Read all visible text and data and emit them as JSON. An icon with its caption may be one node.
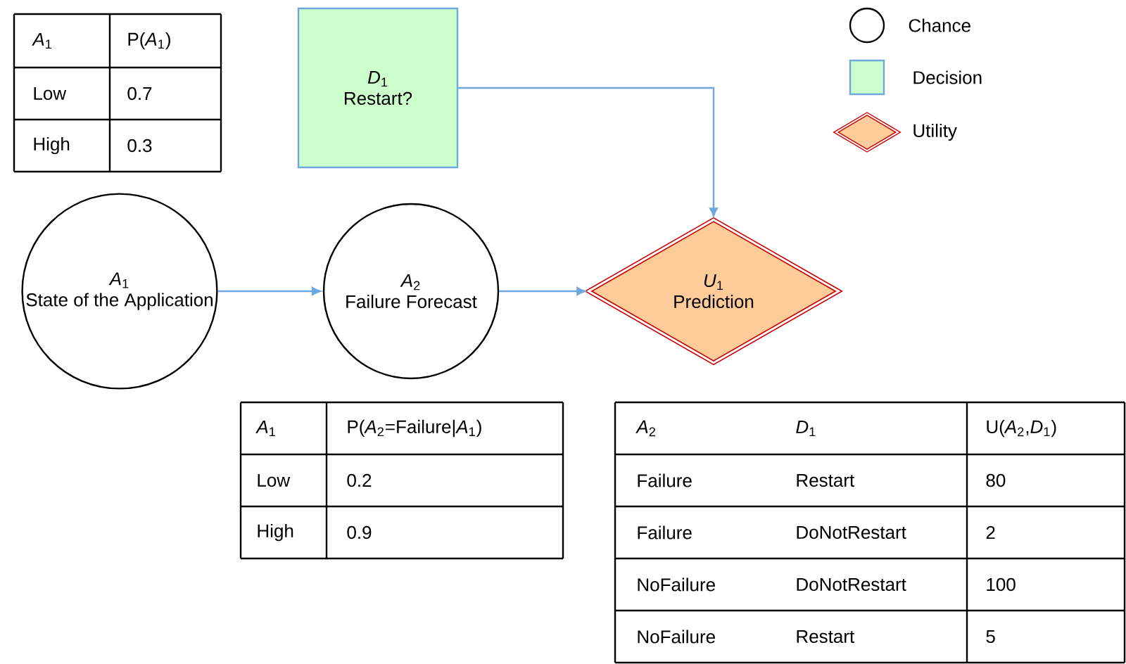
{
  "diagram": {
    "nodes": [
      {
        "text": [
          "*D*$_{1}$",
          "Restart?"
        ]
      },
      {
        "text": [
          "*A*$_{1}$",
          "State of the Application"
        ]
      },
      {
        "text": [
          "*A*$_{2}$",
          "Failure Forecast"
        ]
      },
      {
        "text": [
          "*U*$_{1}$",
          "Prediction"
        ]
      }
    ],
    "edges": [
      {
        "from": 1,
        "to": 2,
        "arrow": "to"
      },
      {
        "from": 2,
        "to": 3,
        "arrow": "to"
      },
      {
        "from": 0,
        "to": 3,
        "arrow": "to"
      }
    ],
    "labels": [
      "*A*$_{1}$",
      "P(*A*$_{1}$)",
      "Low",
      "0.7",
      "High",
      "0.3",
      "*A*$_{1}$",
      "P(*A*$_{2}$=Failure|*A*$_{1}$)",
      "Low",
      "0.2",
      "High",
      "0.9",
      "*A*$_{2}$",
      "*D*$_{1}$",
      "U(*A*$_{2}$,*D*$_{1}$)",
      "Failure",
      "Restart",
      "80",
      "Failure",
      "DoNotRestart",
      "2",
      "NoFailure",
      "DoNotRestart",
      "100",
      "NoFailure",
      "Restart",
      "5"
    ],
    "legend": [
      {
        "text": "Chance"
      },
      {
        "text": "Decision",
        "color": "#ccffcc"
      },
      {
        "text": "Utility",
        "color": "#ffcc99"
      }
    ]
  }
}
